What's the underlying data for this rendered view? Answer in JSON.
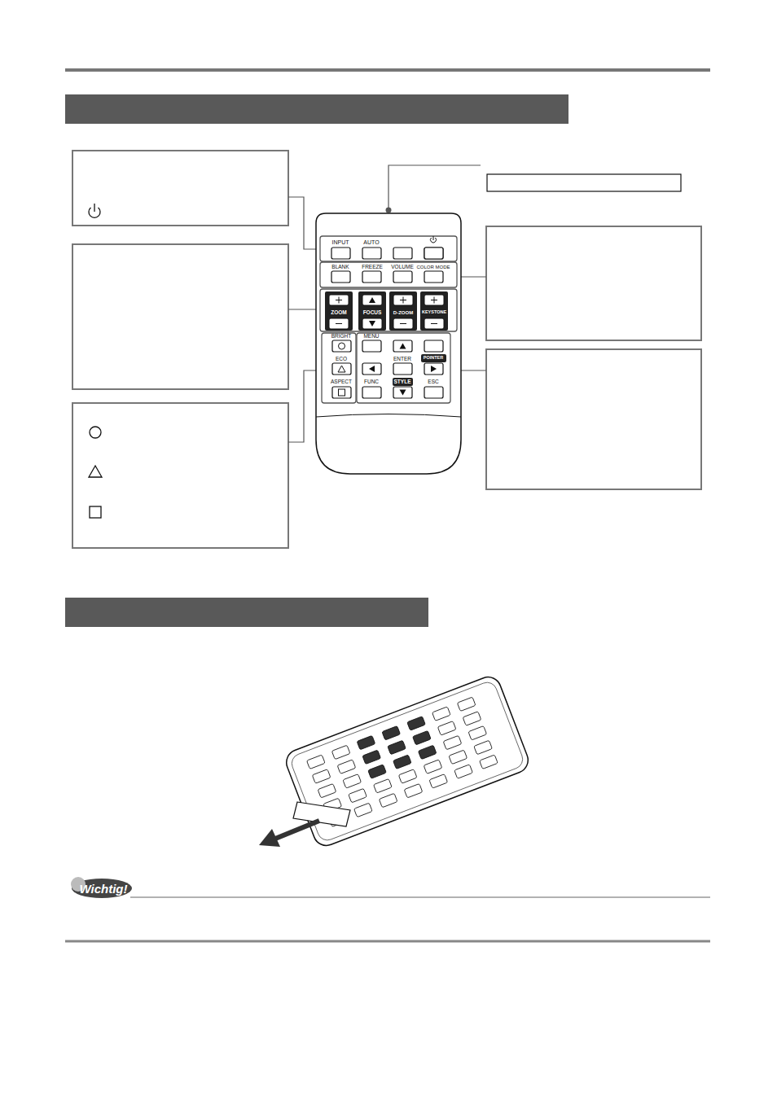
{
  "diagram": {
    "labels": [
      "INPUT",
      "AUTO",
      "BLANK",
      "FREEZE",
      "VOLUME",
      "COLOR MODE",
      "ZOOM",
      "FOCUS",
      "D-ZOOM",
      "KEYSTONE",
      "BRIGHT",
      "MENU",
      "ECO",
      "ENTER",
      "POINTER",
      "ASPECT",
      "FUNC",
      "STYLE",
      "ESC",
      "Wichtig!"
    ]
  }
}
